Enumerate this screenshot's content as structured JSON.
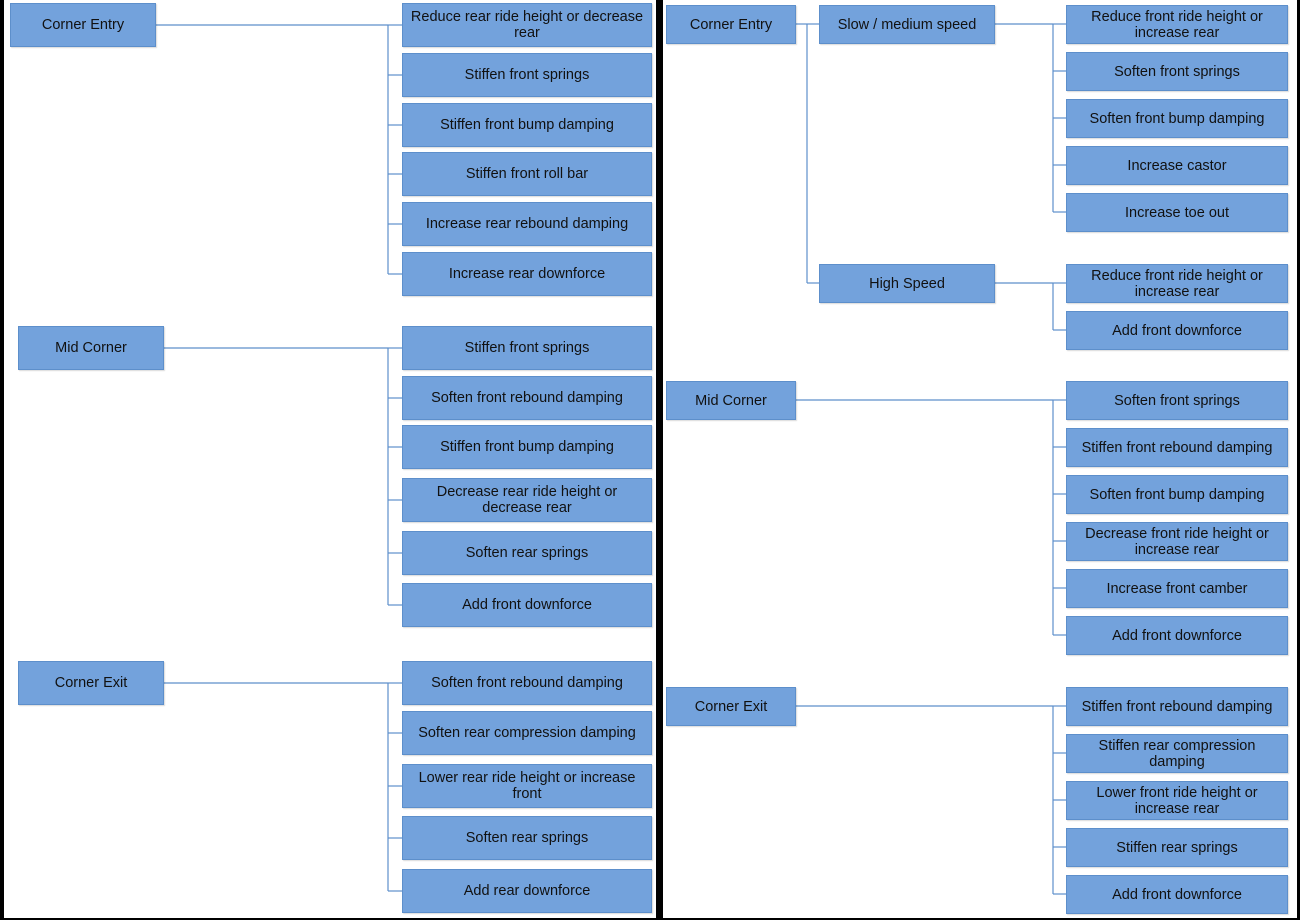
{
  "colors": {
    "box_fill": "#73a2dc",
    "line": "#5d8fcb",
    "panel": "#ffffff",
    "background": "#000000"
  },
  "left": {
    "phases": [
      {
        "label": "Corner Entry",
        "actions": [
          "Reduce rear ride height or decrease rear",
          "Stiffen front springs",
          "Stiffen front bump damping",
          "Stiffen front roll bar",
          "Increase rear rebound damping",
          "Increase rear downforce"
        ]
      },
      {
        "label": "Mid Corner",
        "actions": [
          "Stiffen front springs",
          "Soften front rebound damping",
          "Stiffen front bump damping",
          "Decrease rear ride height or decrease rear",
          "Soften rear springs",
          "Add front downforce"
        ]
      },
      {
        "label": "Corner Exit",
        "actions": [
          "Soften front rebound damping",
          "Soften rear compression damping",
          "Lower rear ride height or increase front",
          "Soften rear springs",
          "Add rear downforce"
        ]
      }
    ]
  },
  "right": {
    "phases": [
      {
        "label": "Corner Entry",
        "subphases": [
          {
            "label": "Slow / medium speed",
            "actions": [
              "Reduce front ride height or increase rear",
              "Soften front springs",
              "Soften front bump damping",
              "Increase castor",
              "Increase toe out"
            ]
          },
          {
            "label": "High Speed",
            "actions": [
              "Reduce front ride height or increase rear",
              "Add front downforce"
            ]
          }
        ]
      },
      {
        "label": "Mid Corner",
        "actions": [
          "Soften front springs",
          "Stiffen front rebound damping",
          "Soften front bump damping",
          "Decrease front ride height or increase rear",
          "Increase front camber",
          "Add front downforce"
        ]
      },
      {
        "label": "Corner Exit",
        "actions": [
          "Stiffen front rebound damping",
          "Stiffen rear compression damping",
          "Lower front ride height or increase rear",
          "Stiffen rear springs",
          "Add front downforce"
        ]
      }
    ]
  }
}
